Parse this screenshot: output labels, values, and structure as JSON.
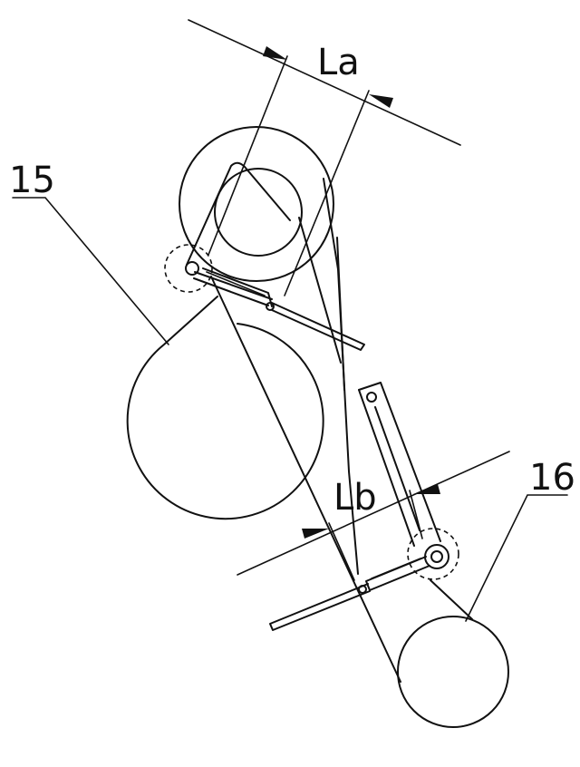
{
  "labels": {
    "dimension_top": "La",
    "dimension_bottom": "Lb",
    "callout_left": "15",
    "callout_right": "16"
  }
}
